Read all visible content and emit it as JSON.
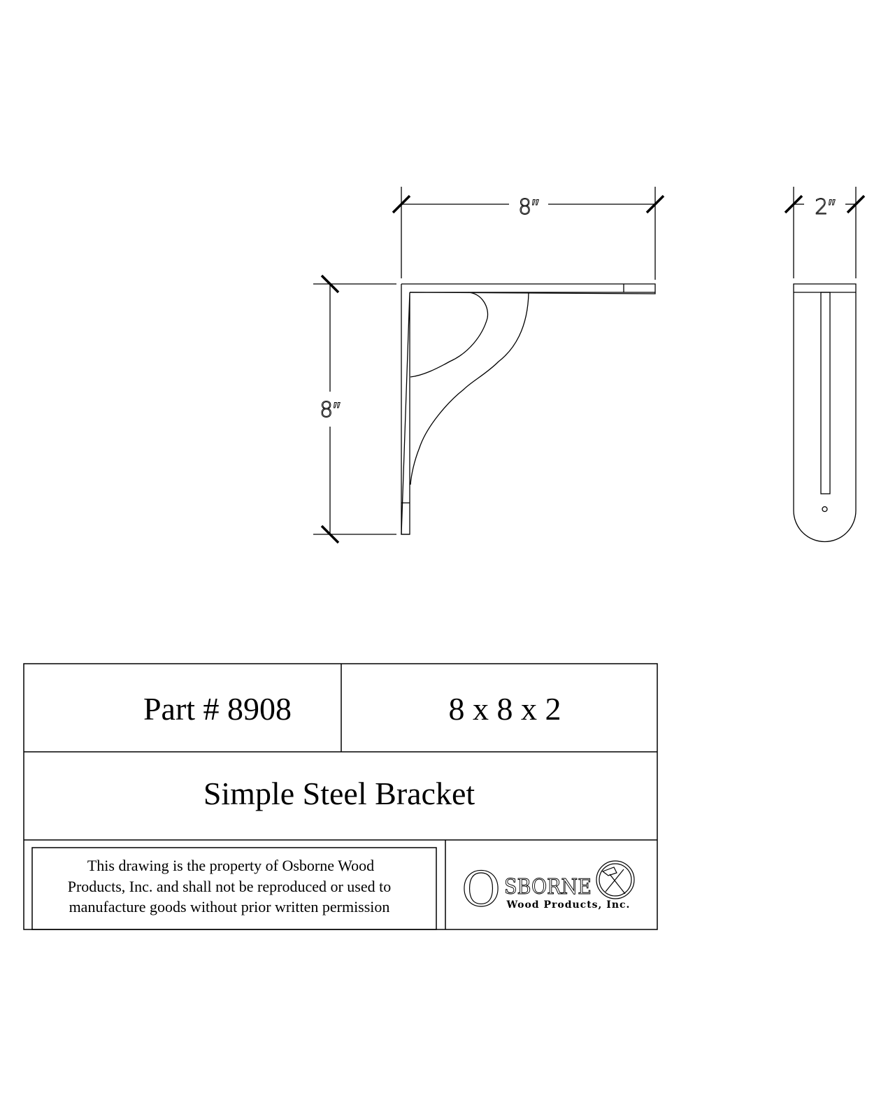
{
  "drawing": {
    "front_view": {
      "width_label": "8″",
      "height_label": "8″"
    },
    "side_view": {
      "depth_label": "2″"
    }
  },
  "title_block": {
    "part_number": "Part # 8908",
    "dimensions": "8 x 8 x 2",
    "title": "Simple Steel Bracket",
    "disclaimer": [
      "This drawing is the property of Osborne Wood",
      "Products, Inc. and shall not be reproduced or used to",
      "manufacture goods without prior written permission"
    ],
    "logo": {
      "name": "OSBORNE",
      "initial": "O",
      "rest": "SBORNE",
      "subtitle": "Wood Products, Inc."
    }
  }
}
